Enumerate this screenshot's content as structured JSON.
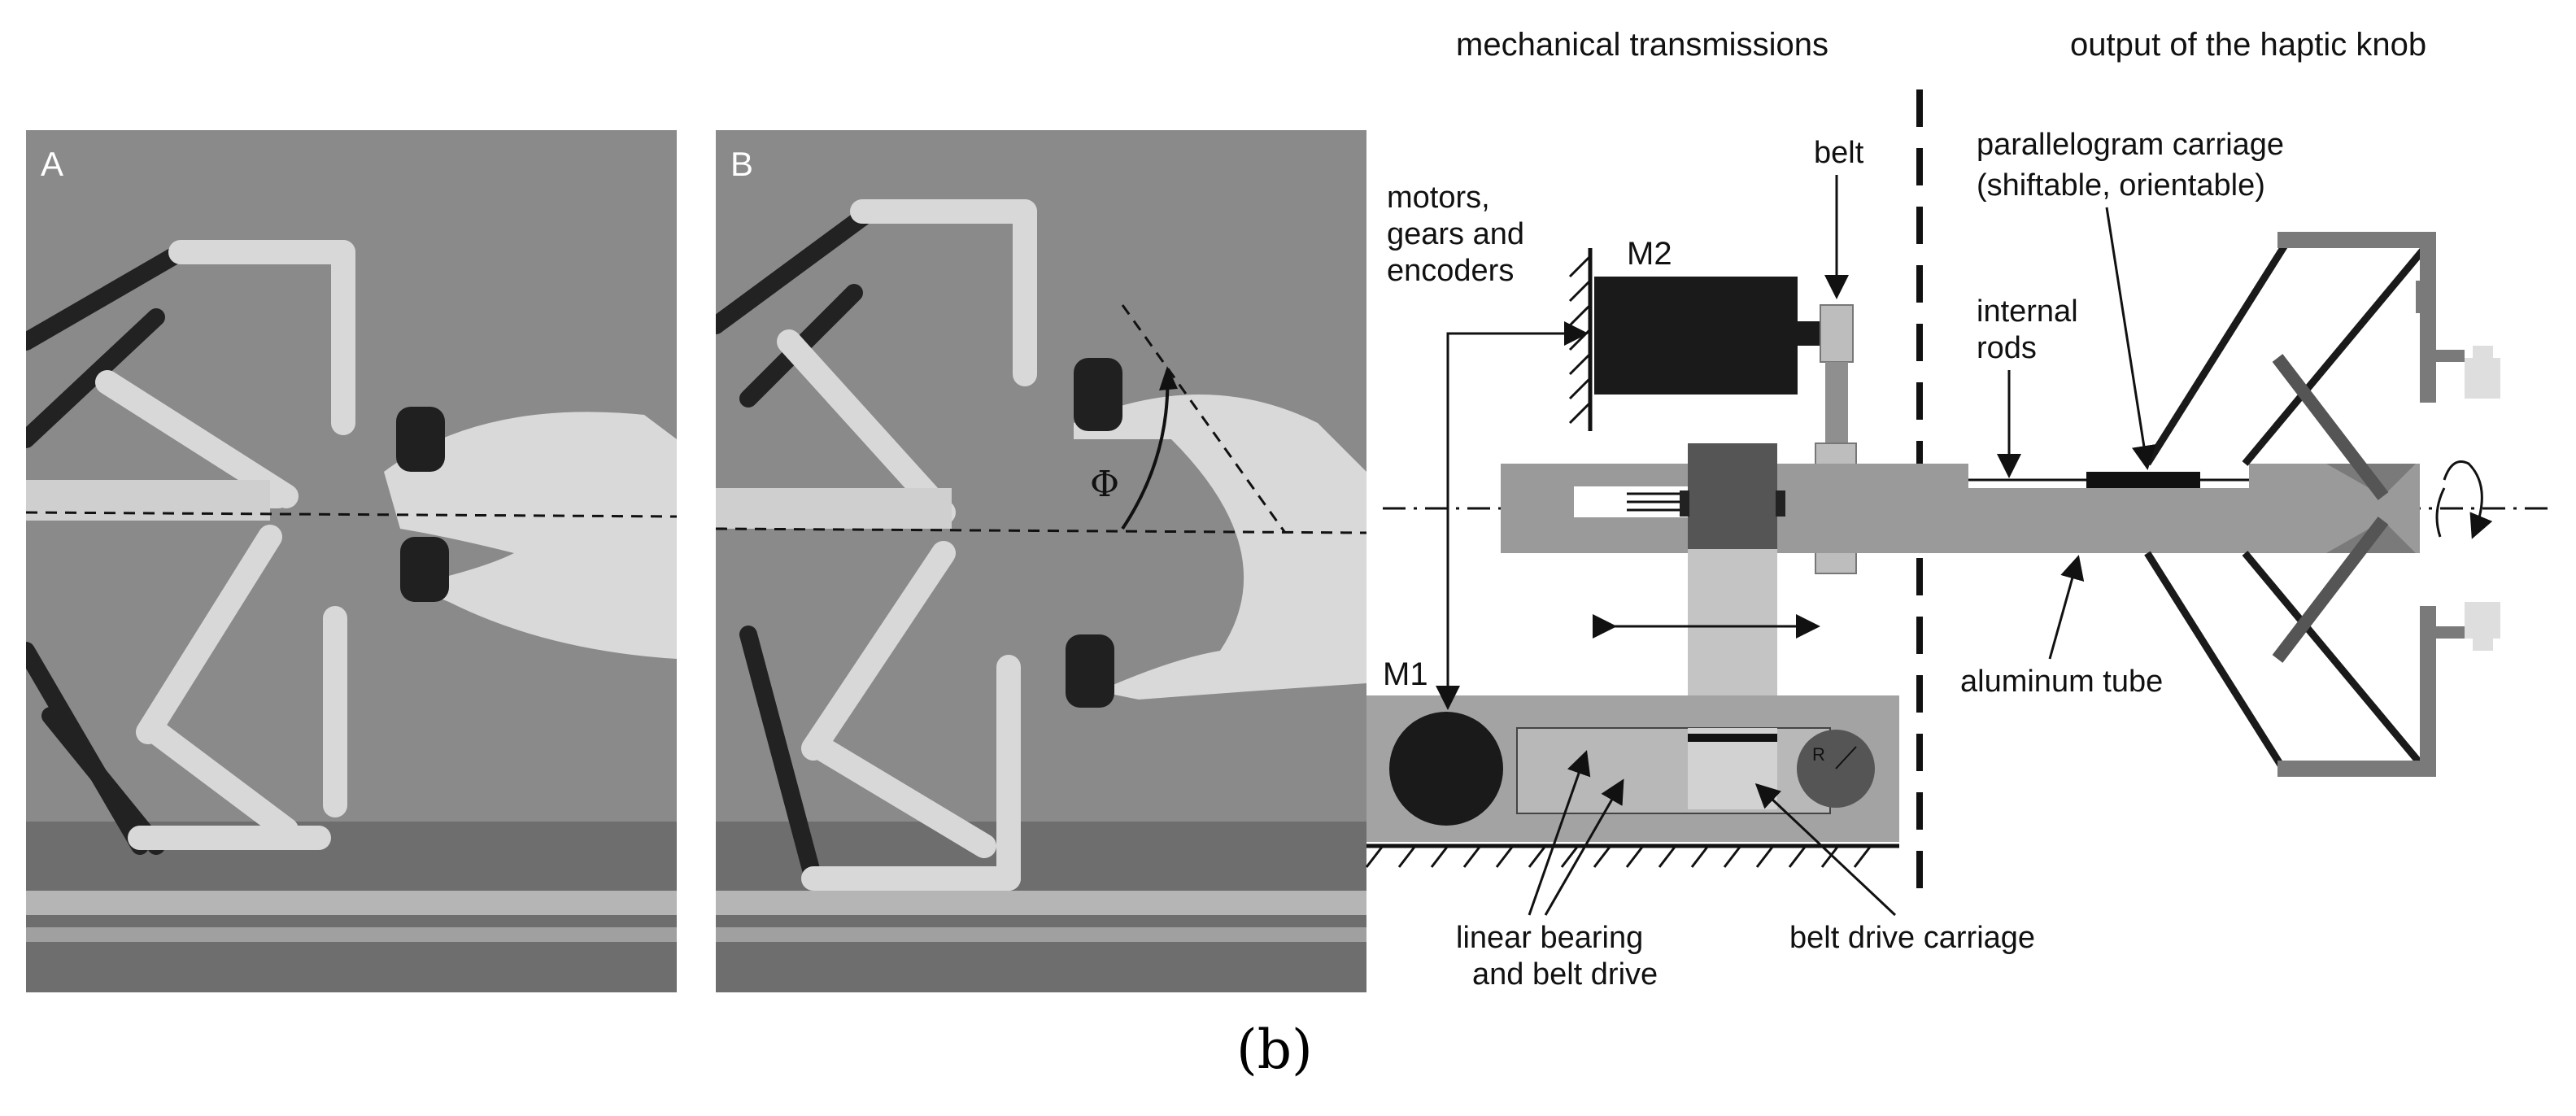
{
  "photos": {
    "a": {
      "label": "A"
    },
    "b": {
      "label": "B",
      "angle_label": "Φ"
    }
  },
  "schematic": {
    "section_titles": [
      "mechanical transmissions",
      "output of the haptic knob"
    ],
    "labels": {
      "belt": "belt",
      "motors": [
        "motors,",
        "gears and",
        "encoders"
      ],
      "m2": "M2",
      "m1": "M1",
      "carriage": [
        "parallelogram carriage",
        "(shiftable, orientable)"
      ],
      "internal_rods": [
        "internal",
        "rods"
      ],
      "aluminum_tube": "aluminum tube",
      "linear_bearing": [
        "linear bearing",
        "and belt drive"
      ],
      "belt_drive_carriage": "belt drive carriage",
      "radius": "R"
    }
  },
  "caption": "(b)",
  "colors": {
    "dark": "#1a1a1a",
    "mid": "#8f8f8f",
    "light": "#bdbdbd",
    "block": "#555555"
  }
}
